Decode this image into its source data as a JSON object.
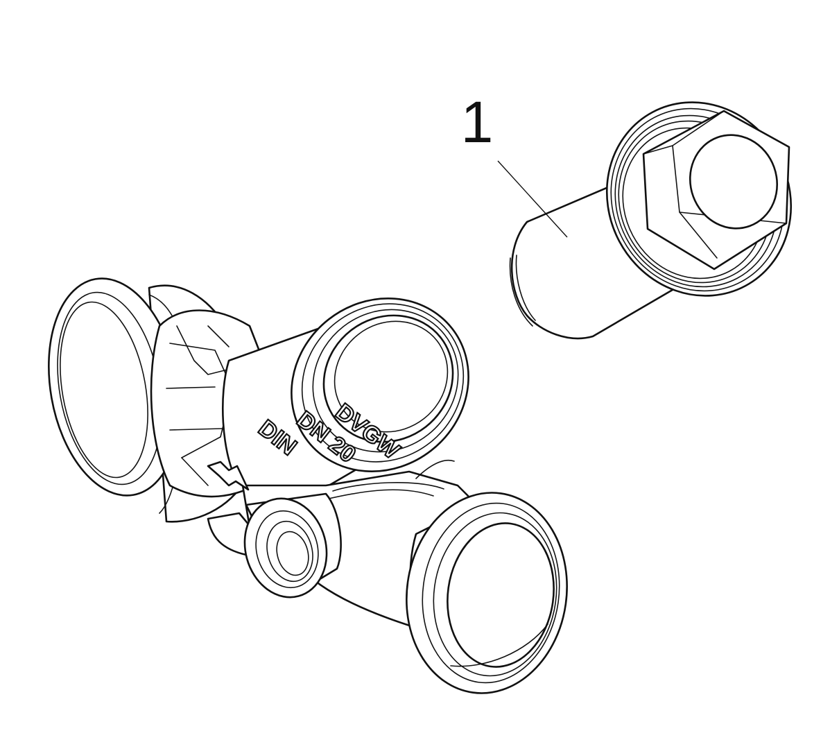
{
  "callout": {
    "number": "1"
  },
  "body_marking": {
    "line1": "DVGW",
    "line2": "DN 20",
    "line3": "DIN"
  },
  "colors": {
    "ink": "#111111",
    "paper": "#ffffff"
  }
}
